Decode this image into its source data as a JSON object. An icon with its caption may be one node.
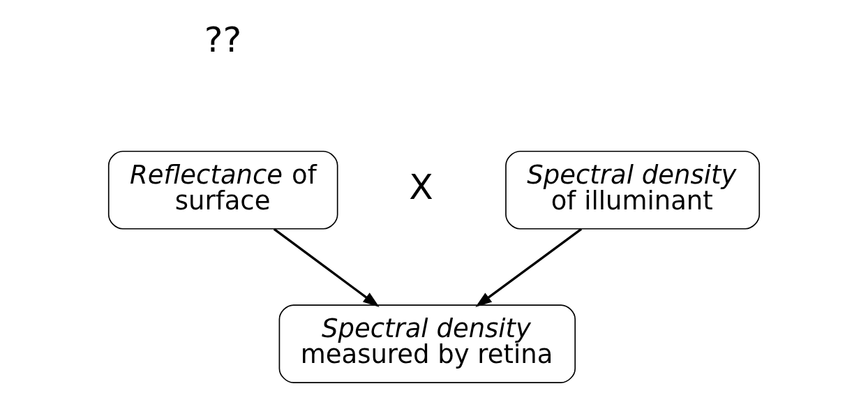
{
  "diagram": {
    "nodes": [
      {
        "text": [
          "*Reflectance* of surface"
        ]
      },
      {
        "text": [
          "*Spectral density* of illuminant"
        ]
      },
      {
        "text": [
          "*Spectral density* measured by retina"
        ]
      }
    ],
    "edges": [
      {
        "from": 0,
        "to": 2,
        "arrow": "to"
      },
      {
        "from": 1,
        "to": 2,
        "arrow": "to"
      }
    ],
    "labels": [
      "??",
      "X"
    ]
  }
}
